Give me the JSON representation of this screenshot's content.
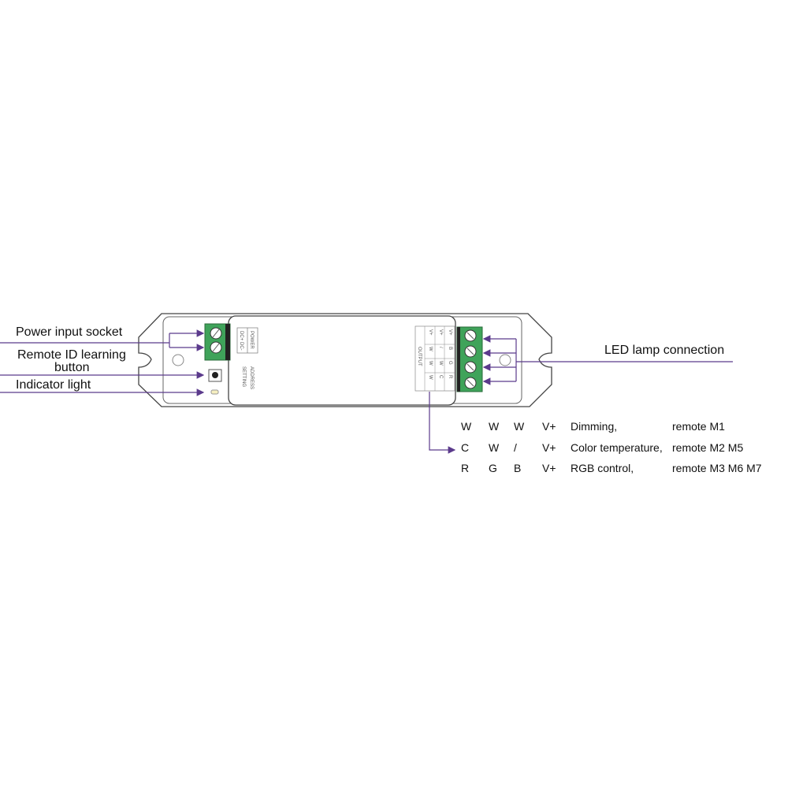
{
  "callouts": {
    "power_input": "Power input socket",
    "remote_id_line1": "Remote ID learning",
    "remote_id_line2": "button",
    "indicator": "Indicator light",
    "led_lamp": "LED lamp connection"
  },
  "device": {
    "power_label": "POWER",
    "dc_plus": "DC+",
    "dc_minus": "DC-",
    "address_setting": [
      "ADDRESS",
      "SETTING"
    ],
    "output_label": "OUTPUT",
    "output_columns": [
      [
        "V+",
        "V+",
        "V+"
      ],
      [
        "W",
        "/",
        "B"
      ],
      [
        "W",
        "W",
        "G"
      ],
      [
        "W",
        "C",
        "R"
      ]
    ]
  },
  "wiring_table": [
    {
      "c1": "W",
      "c2": "W",
      "c3": "W",
      "c4": "V+",
      "mode": "Dimming,",
      "remote": "remote M1"
    },
    {
      "c1": "C",
      "c2": "W",
      "c3": "/",
      "c4": "V+",
      "mode": "Color temperature,",
      "remote": "remote M2 M5"
    },
    {
      "c1": "R",
      "c2": "G",
      "c3": "B",
      "c4": "V+",
      "mode": "RGB control,",
      "remote": "remote  M3 M6 M7"
    }
  ],
  "colors": {
    "arrow": "#5b3a8c",
    "terminal": "#3fa35a",
    "outline": "#444444"
  }
}
